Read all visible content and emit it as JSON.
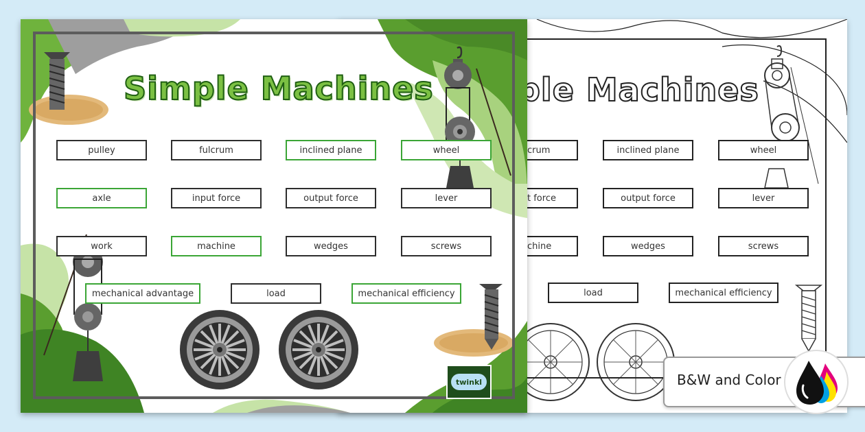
{
  "color_sheet": {
    "title": "Simple Machines",
    "words": [
      {
        "label": "pulley",
        "accent": "dark"
      },
      {
        "label": "fulcrum",
        "accent": "dark"
      },
      {
        "label": "inclined plane",
        "accent": "green"
      },
      {
        "label": "wheel",
        "accent": "green"
      },
      {
        "label": "axle",
        "accent": "green"
      },
      {
        "label": "input force",
        "accent": "dark"
      },
      {
        "label": "output force",
        "accent": "dark"
      },
      {
        "label": "lever",
        "accent": "dark"
      },
      {
        "label": "work",
        "accent": "dark"
      },
      {
        "label": "machine",
        "accent": "green"
      },
      {
        "label": "wedges",
        "accent": "dark"
      },
      {
        "label": "screws",
        "accent": "dark"
      },
      {
        "label": "mechanical advantage",
        "accent": "green"
      },
      {
        "label": "load",
        "accent": "dark"
      },
      {
        "label": "mechanical efficiency",
        "accent": "green"
      }
    ],
    "logo_text": "twinkl"
  },
  "bw_sheet": {
    "title_visible": "ple Machines",
    "words": [
      {
        "label": "crum"
      },
      {
        "label": "inclined plane"
      },
      {
        "label": "wheel"
      },
      {
        "label": "t force"
      },
      {
        "label": "output force"
      },
      {
        "label": "lever"
      },
      {
        "label": "chine"
      },
      {
        "label": "wedges"
      },
      {
        "label": "screws"
      },
      {
        "label": "load"
      },
      {
        "label": "mechanical efficiency"
      }
    ]
  },
  "badge": {
    "label": "B&W and Color",
    "icon": "ink-drops-icon"
  },
  "colors": {
    "background": "#d4ebf7",
    "title_green": "#7bc043",
    "title_outline": "#1f5f12",
    "accent_green": "#3aa535",
    "frame_gray": "#5c5c5c",
    "logo_bg": "#1f4d1c"
  }
}
